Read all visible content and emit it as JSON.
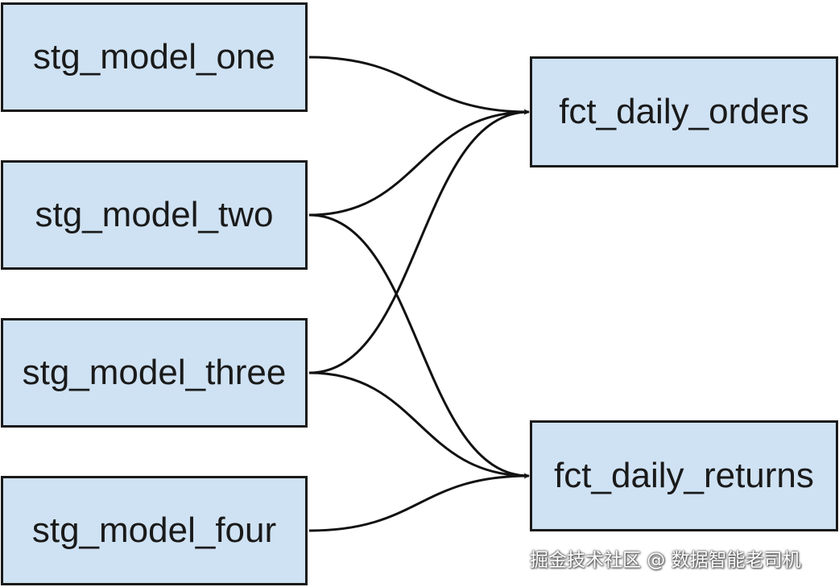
{
  "colors": {
    "node_fill": "#cfe2f3",
    "border": "#1a1a1a",
    "edge": "#111111"
  },
  "nodes": {
    "sources": [
      {
        "label": "stg_model_one"
      },
      {
        "label": "stg_model_two"
      },
      {
        "label": "stg_model_three"
      },
      {
        "label": "stg_model_four"
      }
    ],
    "targets": [
      {
        "label": "fct_daily_orders"
      },
      {
        "label": "fct_daily_returns"
      }
    ]
  },
  "edges": [
    {
      "from": "stg_model_one",
      "to": "fct_daily_orders"
    },
    {
      "from": "stg_model_two",
      "to": "fct_daily_orders"
    },
    {
      "from": "stg_model_two",
      "to": "fct_daily_returns"
    },
    {
      "from": "stg_model_three",
      "to": "fct_daily_orders"
    },
    {
      "from": "stg_model_three",
      "to": "fct_daily_returns"
    },
    {
      "from": "stg_model_four",
      "to": "fct_daily_returns"
    }
  ],
  "watermark": "掘金技术社区 @ 数据智能老司机"
}
